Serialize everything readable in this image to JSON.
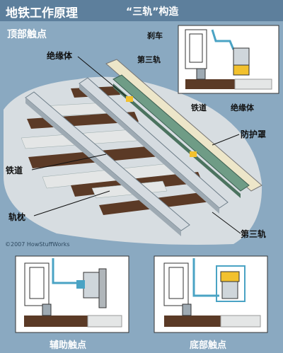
{
  "header": {
    "title": "地铁工作原理",
    "subtitle": "“三轨”构造"
  },
  "main": {
    "section_title": "顶部触点",
    "labels": {
      "insulator": "绝缘体",
      "running_rail": "铁道",
      "sleeper": "轨枕",
      "guard": "防护罩",
      "third_rail": "第三轨"
    }
  },
  "inset_top": {
    "brake": "刹车",
    "third_rail": "第三轨",
    "running_rail": "铁道",
    "insulator": "绝缘体"
  },
  "copyright": "©2007 HowStuffWorks",
  "bottom": {
    "side_contact": "辅助触点",
    "bottom_contact": "底部触点"
  },
  "colors": {
    "background": "#8aa9c1",
    "header": "#5d7f9c",
    "inset_bg": "#ffffff",
    "rail": "#cfd6db",
    "insulator": "#f2c12e",
    "wood": "#5b3a26"
  }
}
